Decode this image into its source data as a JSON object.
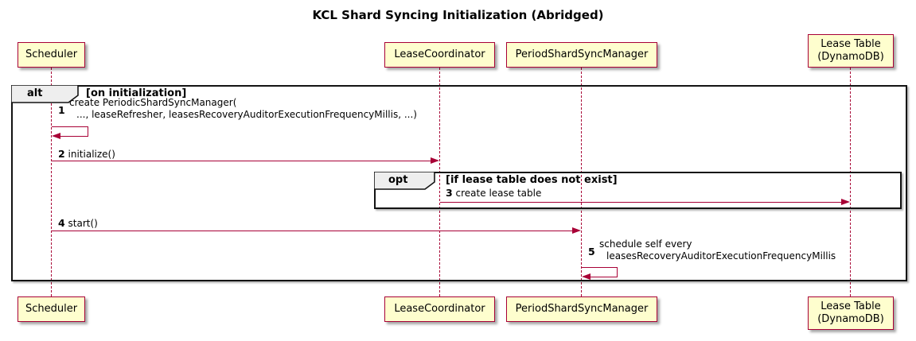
{
  "title": "KCL Shard Syncing Initialization (Abridged)",
  "participants": [
    {
      "label": "Scheduler"
    },
    {
      "label": "LeaseCoordinator"
    },
    {
      "label": "PeriodShardSyncManager"
    },
    {
      "label": "Lease Table",
      "label2": "(DynamoDB)"
    }
  ],
  "frames": {
    "alt": {
      "operator": "alt",
      "guard": "[on initialization]"
    },
    "opt": {
      "operator": "opt",
      "guard": "[if lease table does not exist]"
    }
  },
  "messages": [
    {
      "num": "1",
      "from": "Scheduler",
      "to": "Scheduler",
      "line1": "create PeriodicShardSyncManager(",
      "line2": "..., leaseRefresher, leasesRecoveryAuditorExecutionFrequencyMillis, ...)"
    },
    {
      "num": "2",
      "from": "Scheduler",
      "to": "LeaseCoordinator",
      "text": "initialize()"
    },
    {
      "num": "3",
      "from": "LeaseCoordinator",
      "to": "Lease Table (DynamoDB)",
      "text": "create lease table"
    },
    {
      "num": "4",
      "from": "Scheduler",
      "to": "PeriodShardSyncManager",
      "text": "start()"
    },
    {
      "num": "5",
      "from": "PeriodShardSyncManager",
      "to": "PeriodShardSyncManager",
      "line1": "schedule self every",
      "line2": "leasesRecoveryAuditorExecutionFrequencyMillis"
    }
  ],
  "colors": {
    "participant_fill": "#fefece",
    "participant_border": "#a80036",
    "lifeline": "#a80036",
    "arrow": "#a80036",
    "frame_border": "#131313",
    "frame_label_fill": "#eeeeee",
    "background": "#ffffff"
  }
}
